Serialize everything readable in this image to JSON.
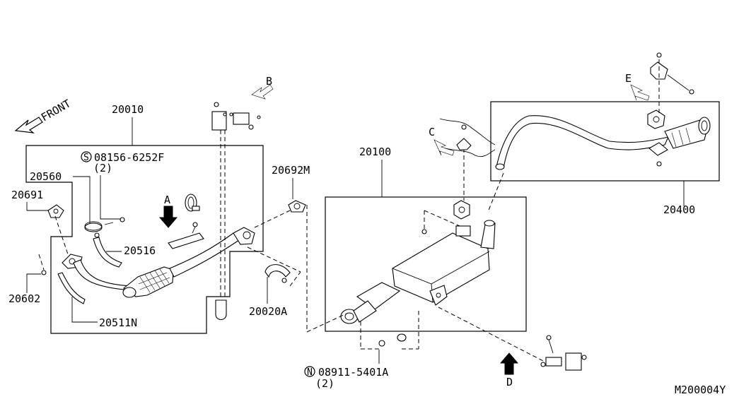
{
  "diagram": {
    "front_label": "FRONT",
    "drawing_code": "M200004Y",
    "view_labels": {
      "a": "A",
      "b": "B",
      "c": "C",
      "d": "D",
      "e": "E"
    },
    "part_numbers": {
      "front_tube_assembly": "20010",
      "bolt_prefix": "S",
      "bolt": "08156-6252F",
      "bolt_qty": "(2)",
      "clamp": "20560",
      "gasket": "20691",
      "stud_nut": "20602",
      "heat_insulator_a": "20516",
      "heat_insulator_b": "20511N",
      "seal_ring": "20692M",
      "clamp_bracket": "20020A",
      "main_muffler": "20100",
      "nut_prefix": "N",
      "nut": "08911-5401A",
      "nut_qty": "(2)",
      "tail_pipe": "20400"
    }
  }
}
